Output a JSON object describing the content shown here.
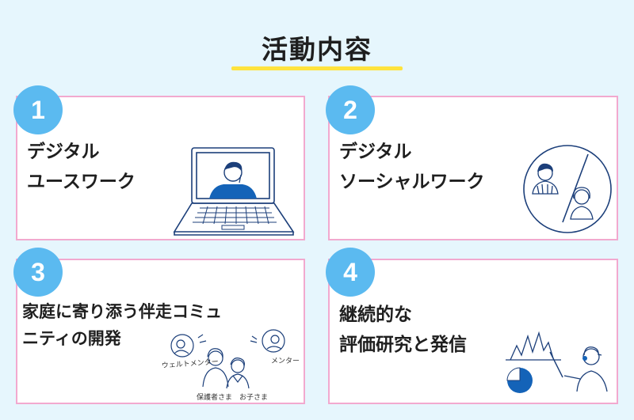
{
  "header": {
    "title": "活動内容"
  },
  "cards": [
    {
      "number": "1",
      "line1": "デジタル",
      "line2": "ユースワーク"
    },
    {
      "number": "2",
      "line1": "デジタル",
      "line2": "ソーシャルワーク"
    },
    {
      "number": "3",
      "line1": "家庭に寄り添う伴走コミュ",
      "line2": "ニティの開発"
    },
    {
      "number": "4",
      "line1": "継続的な",
      "line2": "評価研究と発信"
    }
  ],
  "illustration3": {
    "label_left": "ウェルトメンター",
    "label_right": "メンター",
    "label_parent": "保護者さま",
    "label_child": "お子さま"
  },
  "colors": {
    "accent": "#5bbaf0",
    "border": "#f2a9cf",
    "underline": "#ffe33d",
    "chart": "#1463b8"
  }
}
